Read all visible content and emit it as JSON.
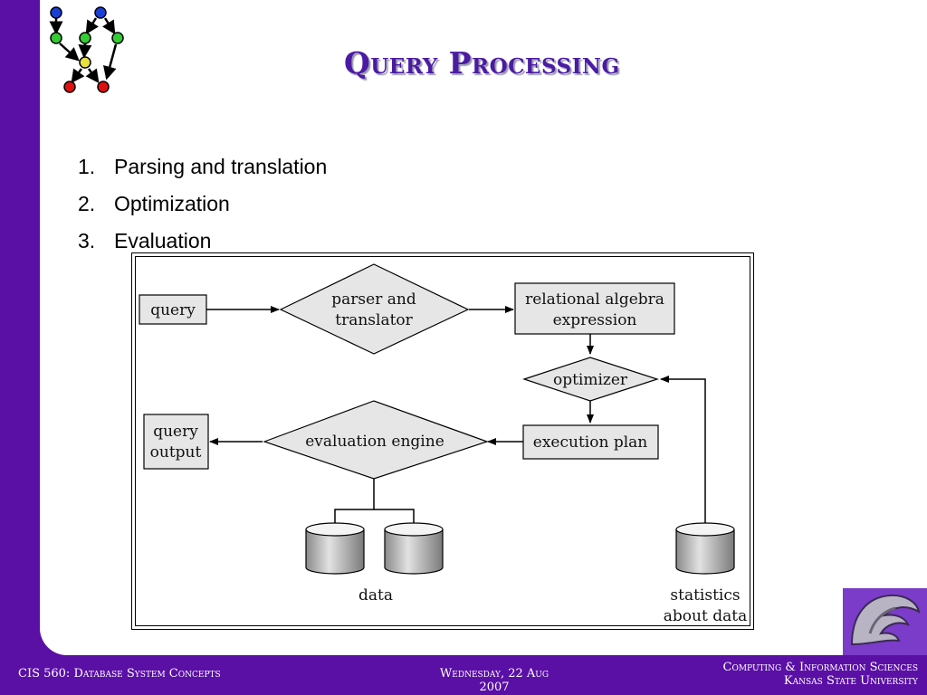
{
  "slide": {
    "title": "Query Processing",
    "steps": [
      {
        "num": "1.",
        "text": "Parsing and translation"
      },
      {
        "num": "2.",
        "text": "Optimization"
      },
      {
        "num": "3.",
        "text": "Evaluation"
      }
    ]
  },
  "diagram": {
    "query": "query",
    "parser_line1": "parser and",
    "parser_line2": "translator",
    "relalg_line1": "relational algebra",
    "relalg_line2": "expression",
    "optimizer": "optimizer",
    "execution_plan": "execution plan",
    "evaluation_engine": "evaluation engine",
    "output_line1": "query",
    "output_line2": "output",
    "data": "data",
    "stats_line1": "statistics",
    "stats_line2": "about data"
  },
  "footer": {
    "course": "CIS 560: Database System Concepts",
    "date_line1": "Wednesday, 22 Aug",
    "date_line2": "2007",
    "dept_line1": "Computing & Information Sciences",
    "dept_line2": "Kansas State University"
  },
  "colors": {
    "background": "#5a0fa5",
    "title": "#4b1ba3",
    "node_fill": "#e6e6e6",
    "logo_blue": "#1a3fd6",
    "logo_green": "#33cc33",
    "logo_yellow": "#e8e040",
    "logo_red": "#e01010"
  },
  "icons": [
    "graph-logo-icon",
    "kstate-wildcat-logo-icon",
    "database-cylinder-icon"
  ]
}
